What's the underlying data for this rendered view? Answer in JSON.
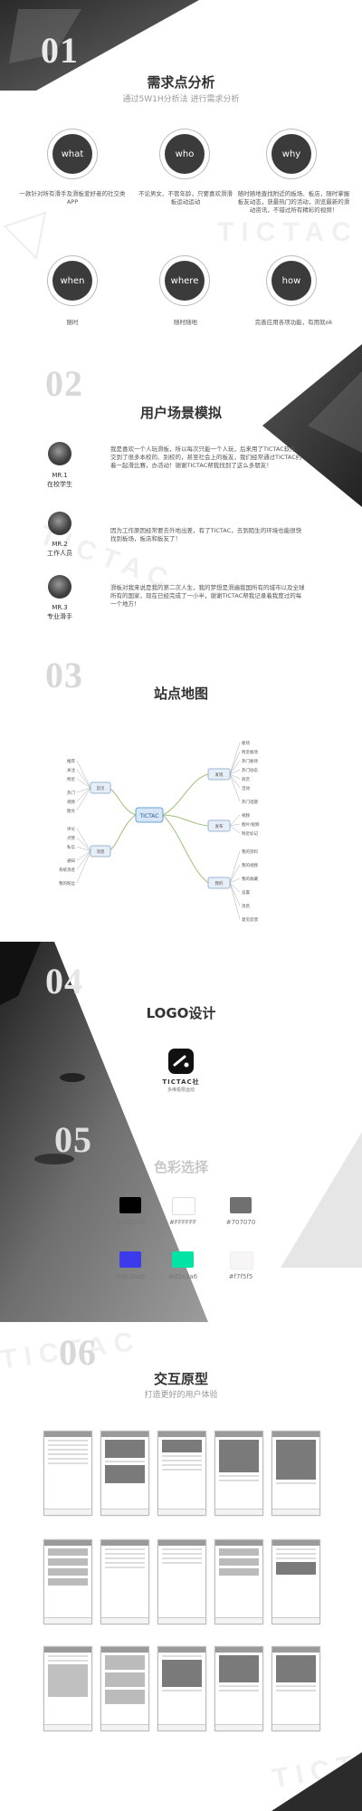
{
  "sections": {
    "s01": {
      "num": "01",
      "title": "需求点分析",
      "subtitle": "通过5W1H分析法 进行需求分析"
    },
    "s02": {
      "num": "02",
      "title": "用户场景模拟"
    },
    "s03": {
      "num": "03",
      "title": "站点地图"
    },
    "s04": {
      "num": "04",
      "title": "LOGO设计"
    },
    "s05": {
      "num": "05",
      "title": "色彩选择"
    },
    "s06": {
      "num": "06",
      "title": "交互原型",
      "subtitle": "打造更好的用户体验"
    }
  },
  "w5h1": [
    {
      "label": "what",
      "text": "一款针对所有滑手及滑板爱好者的社交类APP"
    },
    {
      "label": "who",
      "text": "不论男女、不管年龄，只要喜欢滑滑板运动运动"
    },
    {
      "label": "why",
      "text": "随时随地查找附近的板场、板店，随时掌握板友动态，获最热门的活动，浏览最新的滑动资讯，不错过所有精彩的视频！"
    },
    {
      "label": "when",
      "text": "随时"
    },
    {
      "label": "where",
      "text": "随时随地"
    },
    {
      "label": "how",
      "text": "完善应用各项功能，有用就ok"
    }
  ],
  "users": [
    {
      "name": "MR.1",
      "role": "在校学生",
      "story": "我是喜欢一个人玩滑板，所以每次只能一个人玩，后来用了TICTAC软件，交到了很多本校的、别校的，甚至社会上的板友，我们经常通过TICTAC约着一起滑比赛，办活动！谢谢TICTAC帮我找到了这么多朋友！"
    },
    {
      "name": "MR.2",
      "role": "工作人员",
      "story": "因为工作原因经常要去外地出差，有了TICTAC，去到陌生的环境也能很快找到板场，板店和板友了！"
    },
    {
      "name": "MR.3",
      "role": "专业滑手",
      "story": "滑板对我来说是我的第二次人生，我的梦想是滑遍我国所有的城市以及全球所有的国家，现在已经完成了一小半，谢谢TICTAC帮我记录着我度过的每一个地方！"
    }
  ],
  "mindmap": {
    "center": "TICTAC",
    "branches": [
      {
        "label": "发现",
        "items": [
          "板场",
          "附近板场",
          "热门板场",
          "热门动态",
          "商店",
          "活动",
          "热门话题"
        ]
      },
      {
        "label": "发布",
        "items": [
          "视频",
          "图片/视频",
          "附近标记"
        ]
      },
      {
        "label": "我的",
        "items": [
          "我的资料",
          "我的视频",
          "我的收藏",
          "设置",
          "消息",
          "意见反馈"
        ]
      },
      {
        "label": "首页",
        "items": [
          "推荐",
          "关注",
          "附近",
          "热门",
          "视频",
          "图文"
        ]
      },
      {
        "label": "消息",
        "items": [
          "评论",
          "点赞",
          "私信",
          "通知",
          "系统消息",
          "我的粉丝"
        ]
      }
    ]
  },
  "logo": {
    "name": "TICTAC社",
    "tagline": "多维极限运动"
  },
  "colors": [
    {
      "hex": "#000000",
      "label": "#000000"
    },
    {
      "hex": "#ffffff",
      "label": "#FFFFFF"
    },
    {
      "hex": "#707070",
      "label": "#707070"
    },
    {
      "hex": "#3b3beb",
      "label": "#3b3beb"
    },
    {
      "hex": "#02e3a6",
      "label": "#02e3a6"
    },
    {
      "hex": "#f7f5f5",
      "label": "#f7f5f5"
    }
  ],
  "watermark": "TICTAC"
}
